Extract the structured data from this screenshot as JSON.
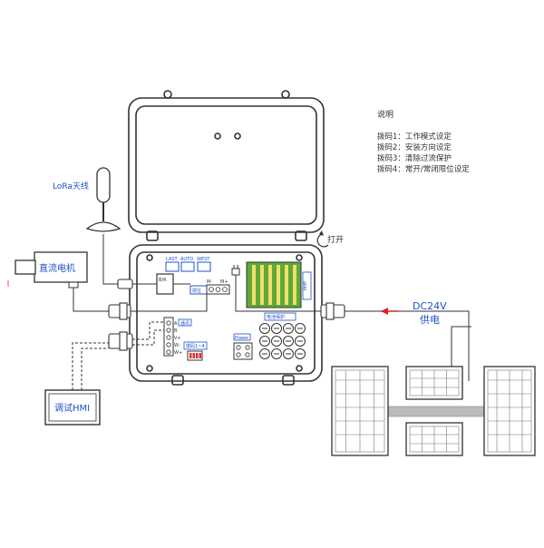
{
  "notes": {
    "title": "说明",
    "items": [
      "拨码1：工作模式设定",
      "拨码2：安装方向设定",
      "拨码3：清除过流保护",
      "拨码4：常开/常闭限位设定"
    ]
  },
  "labels": {
    "lora": "LoRa天线",
    "motor": "直流电机",
    "hmi": "调试HMI",
    "open": "打开",
    "dc_voltage": "DC24V",
    "dc_supply": "供电",
    "power": "Power",
    "dip": "拨码1~4",
    "last": "LAST",
    "auto": "AUTO",
    "west": "WEST",
    "m_minus": "M-",
    "m_plus": "M+",
    "a_label": "A",
    "b_label": "B",
    "rb": "B/R",
    "limit": "限位",
    "comm": "通讯",
    "battery": "电池",
    "battery_protect": "电池保护",
    "terminals": [
      "A",
      "B",
      "V+",
      "W-",
      "W+"
    ]
  },
  "colors": {
    "line": "#333333",
    "accent_blue": "#1e50c8",
    "arrow_red": "#e02020",
    "battery_green": "#5fa83a",
    "battery_stripe": "#f0e06a"
  }
}
